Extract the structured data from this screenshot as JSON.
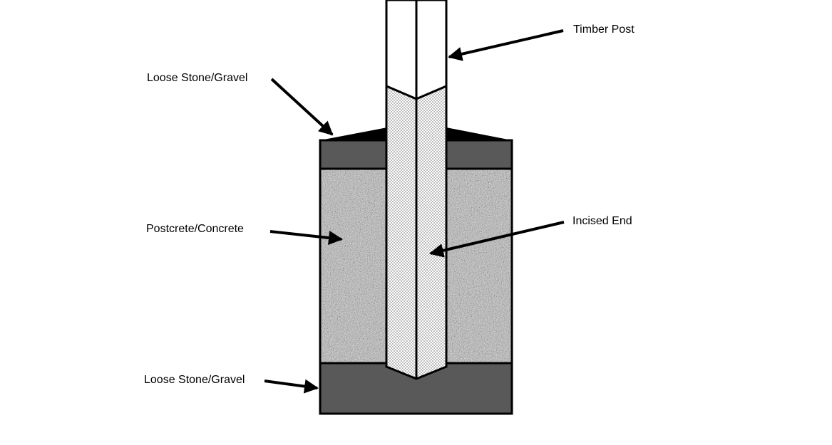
{
  "diagram": {
    "labels": {
      "timber_post": "Timber Post",
      "gravel_top": "Loose Stone/Gravel",
      "concrete": "Postcrete/Concrete",
      "incised_end": "Incised End",
      "gravel_bottom": "Loose Stone/Gravel"
    },
    "colors": {
      "gravel": "#595959",
      "outline": "#000000",
      "post": "#ffffff",
      "concrete_base": "#b4b4b4",
      "incised_dots": "#333333"
    }
  }
}
